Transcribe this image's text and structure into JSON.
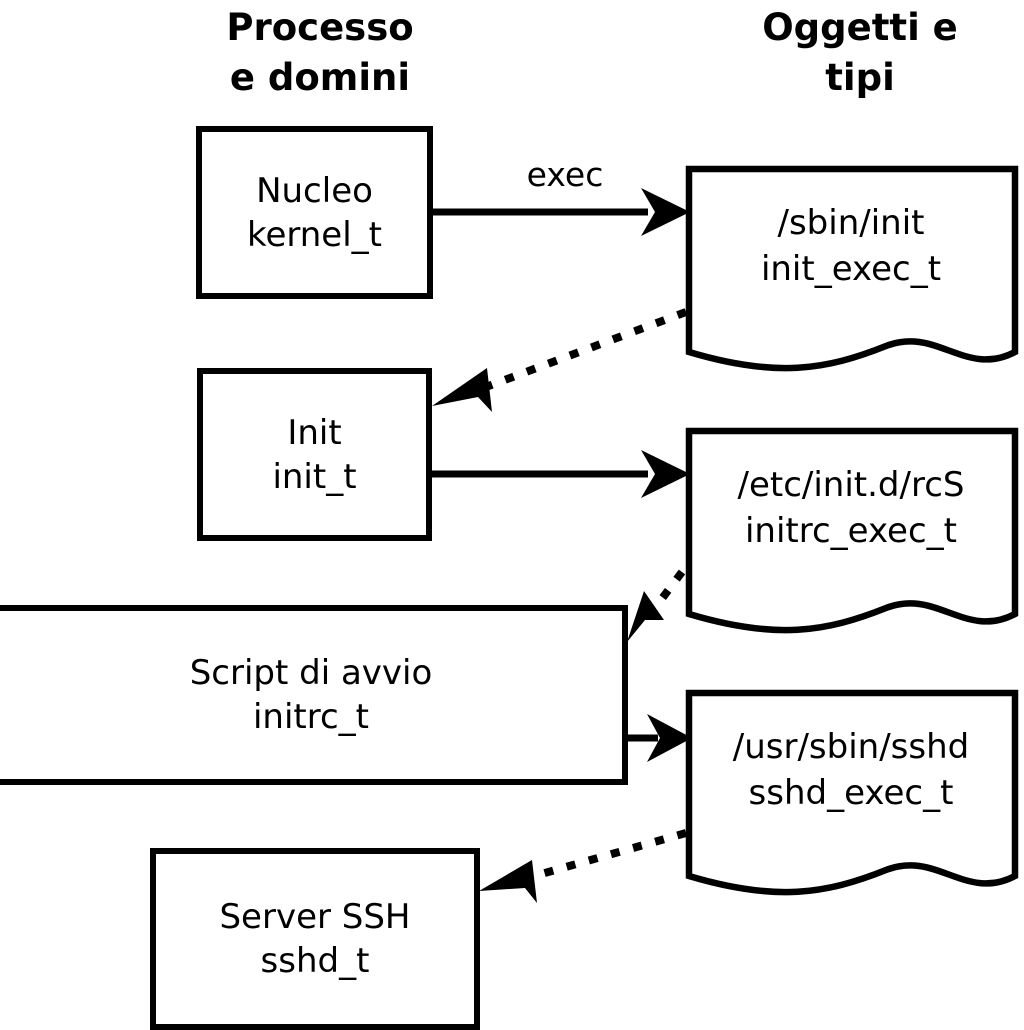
{
  "diagram": {
    "title": "SELinux process domains and object types transition diagram",
    "language": "it",
    "background_color": "#ffffff",
    "stroke_color": "#000000",
    "headings": {
      "left": "Processo\ne domini",
      "right": "Oggetti e\ntipi"
    },
    "process_nodes": [
      {
        "id": "kernel",
        "line1": "Nucleo",
        "line2": "kernel_t"
      },
      {
        "id": "init",
        "line1": "Init",
        "line2": "init_t"
      },
      {
        "id": "initrc",
        "line1": "Script di avvio",
        "line2": "initrc_t"
      },
      {
        "id": "sshd",
        "line1": "Server SSH",
        "line2": "sshd_t"
      }
    ],
    "object_nodes": [
      {
        "id": "init_exec",
        "line1": "/sbin/init",
        "line2": "init_exec_t"
      },
      {
        "id": "initrc_exec",
        "line1": "/etc/init.d/rcS",
        "line2": "initrc_exec_t"
      },
      {
        "id": "sshd_exec",
        "line1": "/usr/sbin/sshd",
        "line2": "sshd_exec_t"
      }
    ],
    "edges": [
      {
        "id": "kernel-exec-init_exec",
        "from": "kernel",
        "to": "init_exec",
        "style": "solid",
        "label": "exec"
      },
      {
        "id": "init_exec-transition-init",
        "from": "init_exec",
        "to": "init",
        "style": "dotted",
        "label": ""
      },
      {
        "id": "init-exec-initrc_exec",
        "from": "init",
        "to": "initrc_exec",
        "style": "solid",
        "label": ""
      },
      {
        "id": "initrc_exec-transition-initrc",
        "from": "initrc_exec",
        "to": "initrc",
        "style": "dotted",
        "label": ""
      },
      {
        "id": "initrc-exec-sshd_exec",
        "from": "initrc",
        "to": "sshd_exec",
        "style": "solid",
        "label": ""
      },
      {
        "id": "sshd_exec-transition-sshd",
        "from": "sshd_exec",
        "to": "sshd",
        "style": "dotted",
        "label": ""
      }
    ]
  }
}
